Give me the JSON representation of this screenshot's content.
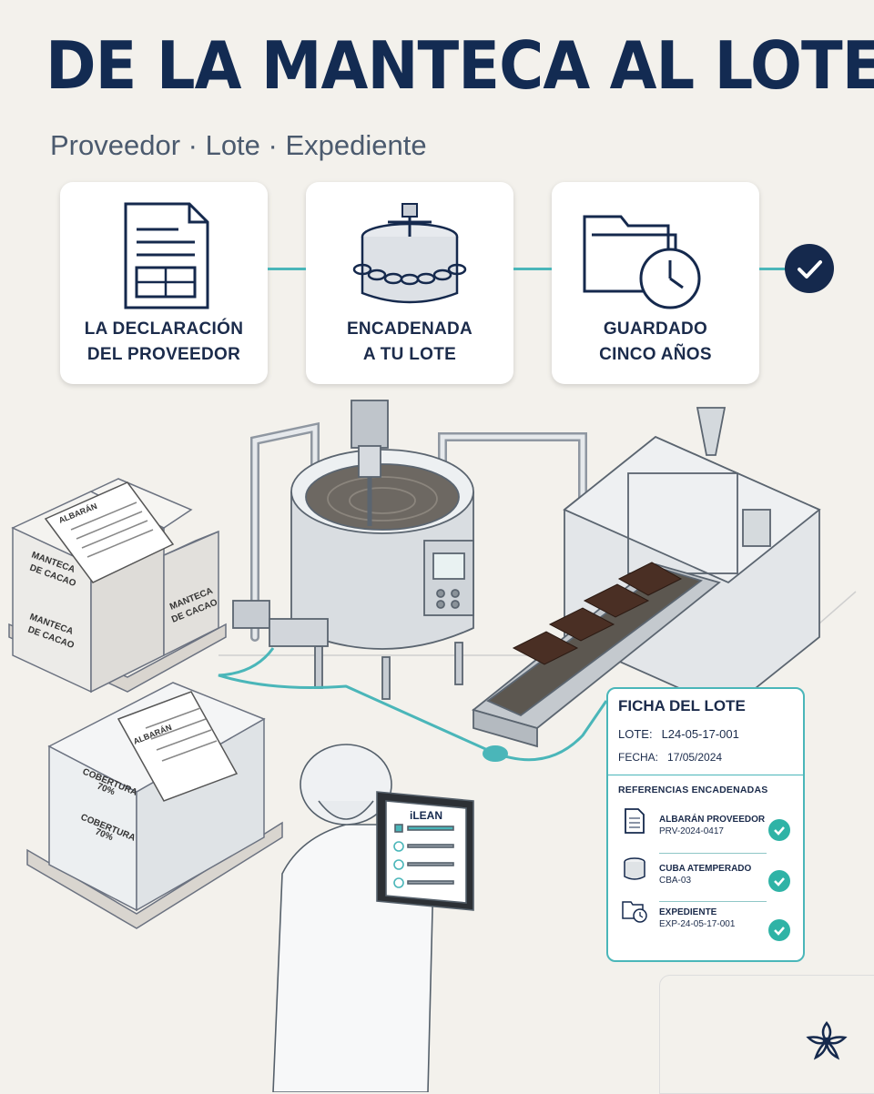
{
  "header": {
    "title": "DE LA MANTECA AL LOTE",
    "subtitle": "Proveedor · Lote · Expediente"
  },
  "steps": [
    {
      "line1": "LA DECLARACIÓN",
      "line2": "DEL PROVEEDOR",
      "icon": "document-form-icon"
    },
    {
      "line1": "ENCADENADA",
      "line2": "A TU LOTE",
      "icon": "chained-tank-icon"
    },
    {
      "line1": "GUARDADO",
      "line2": "CINCO AÑOS",
      "icon": "folder-clock-icon"
    }
  ],
  "illustration": {
    "pallet_top": {
      "box_label_line1": "MANTECA",
      "box_label_line2": "DE CACAO",
      "doc_label": "ALBARÁN"
    },
    "pallet_bottom": {
      "box_label_line1": "COBERTURA",
      "box_label_line2": "70%",
      "doc_label": "ALBARÁN"
    },
    "tablet_brand": "iLEAN"
  },
  "batch_card": {
    "title": "FICHA DEL LOTE",
    "lote_label": "LOTE:",
    "lote_value": "L24-05-17-001",
    "fecha_label": "FECHA:",
    "fecha_value": "17/05/2024",
    "refs_title": "REFERENCIAS ENCADENADAS",
    "refs": [
      {
        "label": "ALBARÁN PROVEEDOR",
        "value": "PRV-2024-0417",
        "icon": "document-icon"
      },
      {
        "label": "CUBA ATEMPERADO",
        "value": "CBA-03",
        "icon": "tank-icon"
      },
      {
        "label": "EXPEDIENTE",
        "value": "EXP-24-05-17-001",
        "icon": "folder-clock-icon"
      }
    ]
  },
  "colors": {
    "navy": "#132b52",
    "teal": "#4ab6b9",
    "check": "#2fb3a6",
    "background": "#f3f1ec"
  }
}
